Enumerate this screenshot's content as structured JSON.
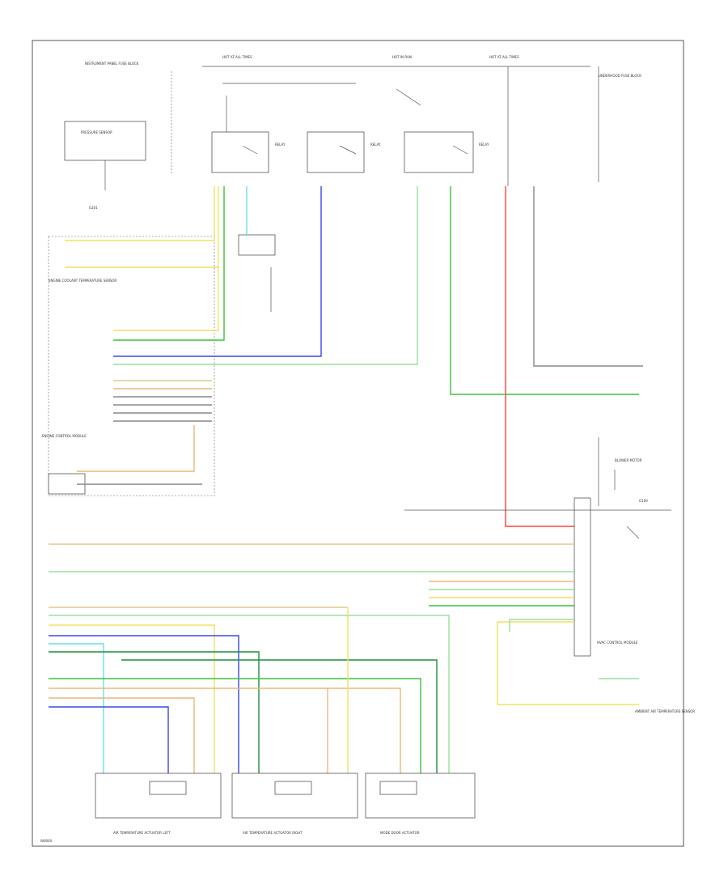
{
  "page": {
    "footer_code": "W0000"
  },
  "colors": {
    "yellow": "#f0e060",
    "lt_green": "#9be09b",
    "green": "#3cc23c",
    "lt_blue": "#66e0ee",
    "blue": "#3848e8",
    "red": "#ff4040",
    "tan": "#e6c98a",
    "orange": "#e9b87a",
    "grey": "#888888",
    "black": "#333333",
    "dk_green": "#1c8f3c"
  },
  "labels": {
    "top_fuse_1": "HOT AT ALL TIMES",
    "top_fuse_2": "HOT IN RUN",
    "top_fuse_3": "HOT AT ALL TIMES",
    "left_block": "INSTRUMENT PANEL FUSE BLOCK",
    "pressure_sensor": "PRESSURE SENSOR",
    "ground_1": "G201",
    "module_left": "ENGINE COOLANT TEMPERATURE SENSOR",
    "relay_1": "RELAY",
    "relay_2": "RELAY",
    "relay_3": "RELAY",
    "right_top": "UNDERHOOD FUSE BLOCK",
    "ecm_label": "ENGINE CONTROL MODULE",
    "hvac_label": "HVAC CONTROL MODULE",
    "ambient_sensor": "AMBIENT AIR TEMPERATURE SENSOR",
    "blower": "BLOWER MOTOR",
    "actuator_left": "AIR TEMPERATURE ACTUATOR LEFT",
    "actuator_mid": "AIR TEMPERATURE ACTUATOR RIGHT",
    "actuator_right": "MODE DOOR ACTUATOR",
    "right_ground_label": "G100"
  }
}
